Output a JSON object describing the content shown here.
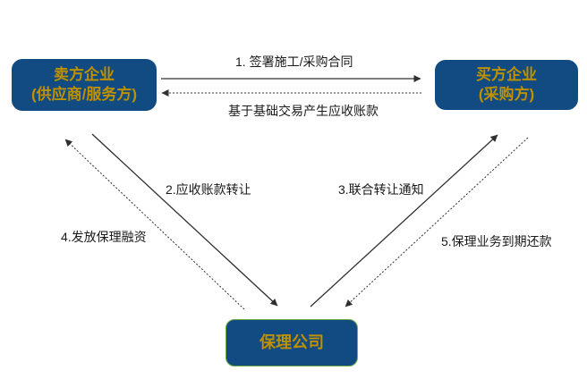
{
  "diagram": {
    "nodes": {
      "seller": {
        "line1": "卖方企业",
        "line2": "(供应商/服务方)"
      },
      "buyer": {
        "line1": "买方企业",
        "line2": "(采购方)"
      },
      "factor": {
        "label": "保理公司"
      }
    },
    "flows": {
      "f1": {
        "label": "1. 签署施工/采购合同",
        "line": "solid",
        "from": "seller",
        "to": "buyer"
      },
      "f1b": {
        "label": "基于基础交易产生应收账款",
        "line": "dashed",
        "from": "buyer",
        "to": "seller"
      },
      "f2": {
        "label": "2.应收账款转让",
        "line": "solid",
        "from": "seller",
        "to": "factor"
      },
      "f3": {
        "label": "3.联合转让通知",
        "line": "solid",
        "from": "factor",
        "to": "buyer"
      },
      "f4": {
        "label": "4.发放保理融资",
        "line": "dashed",
        "from": "factor",
        "to": "seller"
      },
      "f5": {
        "label": "5.保理业务到期还款",
        "line": "dashed",
        "from": "buyer",
        "to": "factor"
      }
    },
    "colors": {
      "node_fill": "#114B82",
      "node_text": "#BF9000",
      "factor_border": "#70AD47",
      "arrow": "#303030",
      "label_text": "#1A1A1A",
      "background": "#FFFFFF"
    }
  }
}
